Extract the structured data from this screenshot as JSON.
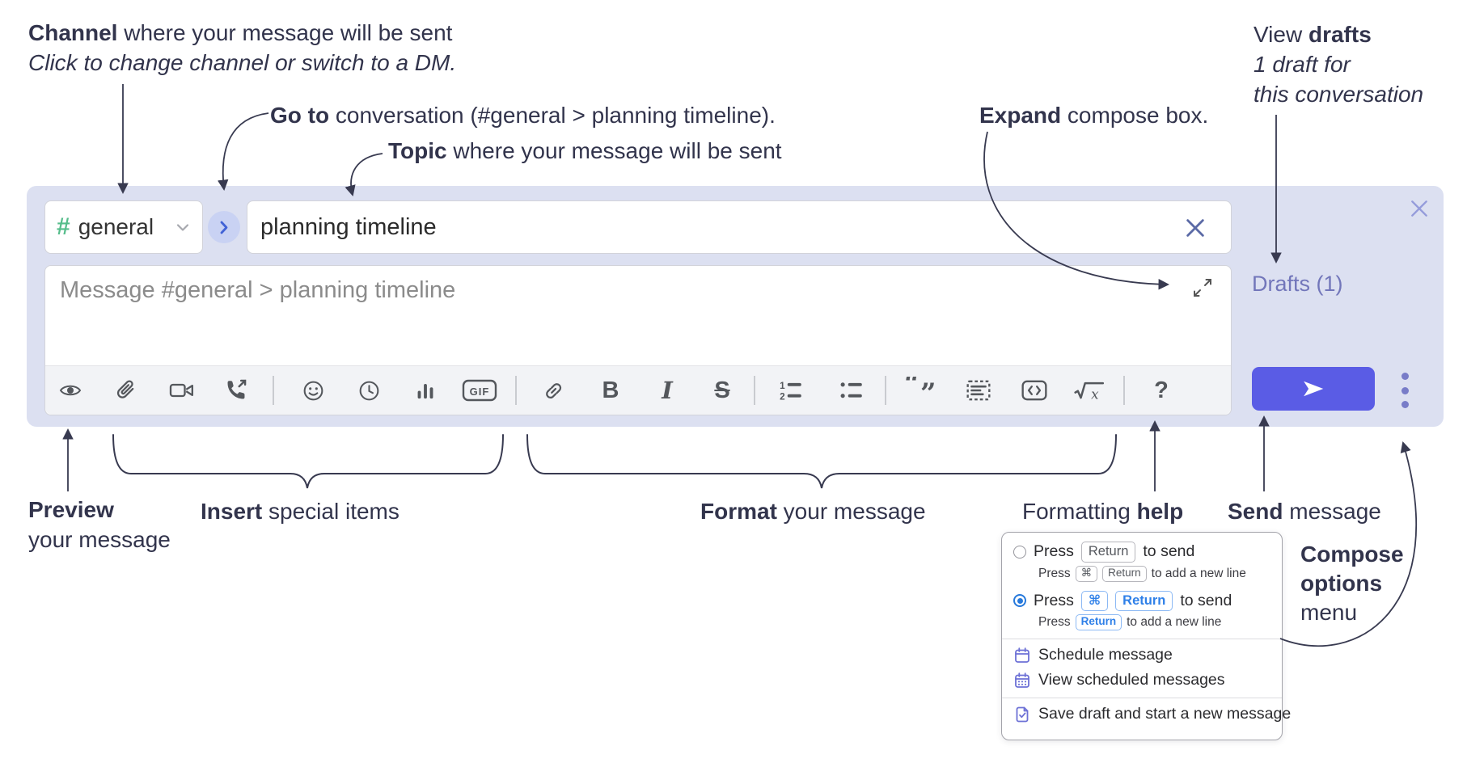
{
  "ann": {
    "channel": {
      "b": "Channel",
      "r": " where your message will be sent",
      "sub": "Click to change channel or switch to a DM."
    },
    "goto": {
      "b": "Go to",
      "r": " conversation (#general > planning timeline)."
    },
    "topic": {
      "b": "Topic",
      "r": " where your message will be sent"
    },
    "expand": {
      "b": "Expand",
      "r": " compose box."
    },
    "drafts": {
      "pre": "View ",
      "b": "drafts",
      "l2": "1 draft for",
      "l3": "this conversation"
    },
    "preview": {
      "b": "Preview",
      "l2": "your message"
    },
    "insert": {
      "b": "Insert",
      "r": " special items"
    },
    "format": {
      "b": "Format",
      "r": " your message"
    },
    "help": {
      "pre": "Formatting ",
      "b": "help"
    },
    "send": {
      "b": "Send",
      "r": " message"
    },
    "copts": {
      "l1": "Compose",
      "l2": "options",
      "l3": "menu"
    }
  },
  "compose": {
    "hash": "#",
    "channel": "general",
    "topic": "planning timeline",
    "placeholder": "Message #general > planning timeline",
    "drafts": "Drafts (1)"
  },
  "toolbar": {
    "bold": "B",
    "italic": "I",
    "strike": "S",
    "gif": "GIF",
    "help": "?",
    "math_var": "x",
    "quote": "“”",
    "icons": [
      "preview-eye",
      "attach-paperclip",
      "video-call",
      "voice-call",
      "emoji",
      "time",
      "poll",
      "gif",
      "link",
      "bold",
      "italic",
      "strikethrough",
      "numbered-list",
      "bulleted-list",
      "quote",
      "spoiler",
      "code",
      "math",
      "help"
    ]
  },
  "menu": {
    "o1": {
      "pre": "Press",
      "key": "Return",
      "post": "to send",
      "sub_pre": "Press",
      "k1": "⌘",
      "k2": "Return",
      "sub_post": "to add a new line",
      "selected": false
    },
    "o2": {
      "pre": "Press",
      "k1": "⌘",
      "k2": "Return",
      "post": "to send",
      "sub_pre": "Press",
      "key": "Return",
      "sub_post": "to add a new line",
      "selected": true
    },
    "schedule": "Schedule message",
    "view_scheduled": "View scheduled messages",
    "save_draft": "Save draft and start a new message"
  },
  "colors": {
    "compose_bg": "#dce0f1",
    "send_accent": "#5a5ce5",
    "channel_green": "#56bd8b",
    "selected_blue": "#2779db",
    "menu_icon_purple": "#6d71d6",
    "drafts_link": "#7276ba",
    "annotation": "#32344c"
  }
}
